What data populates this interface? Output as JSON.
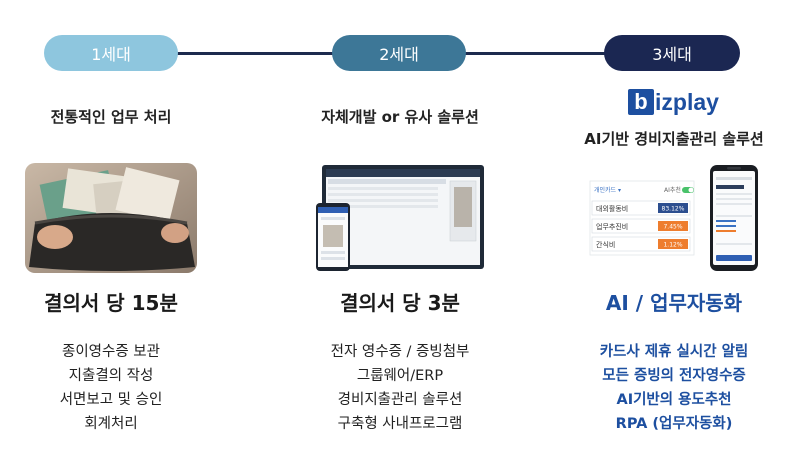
{
  "generations": [
    {
      "label": "1세대",
      "subtitle": "전통적인 업무 처리",
      "time": "결의서 당 15분",
      "items": [
        "종이영수증 보관",
        "지출결의 작성",
        "서면보고 및 승인",
        "회계처리"
      ]
    },
    {
      "label": "2세대",
      "subtitle": "자체개발 or 유사 솔루션",
      "time": "결의서 당 3분",
      "items": [
        "전자 영수증 / 증빙첨부",
        "그룹웨어/ERP",
        "경비지출관리 솔루션",
        "구축형 사내프로그램"
      ]
    },
    {
      "label": "3세대",
      "logo": "bizplay",
      "subtitle": "AI기반 경비지출관리 솔루션",
      "time": "AI / 업무자동화",
      "items": [
        "카드사 제휴 실시간 알림",
        "모든 증빙의 전자영수증",
        "AI기반의 용도추천",
        "RPA (업무자동화)"
      ],
      "app_card": {
        "header": "개인카드 ▾",
        "toggle_label": "AI추천",
        "rows": [
          {
            "name": "대외활동비",
            "pct": "83.12%"
          },
          {
            "name": "업무추진비",
            "pct": "7.45%"
          },
          {
            "name": "간식비",
            "pct": "1.12%"
          }
        ]
      }
    }
  ],
  "colors": {
    "pill_1": "#8ec6de",
    "pill_2": "#3d7797",
    "pill_3": "#1b2752",
    "brand_blue": "#1d4fa0",
    "timeline": "#1c2a4e"
  }
}
